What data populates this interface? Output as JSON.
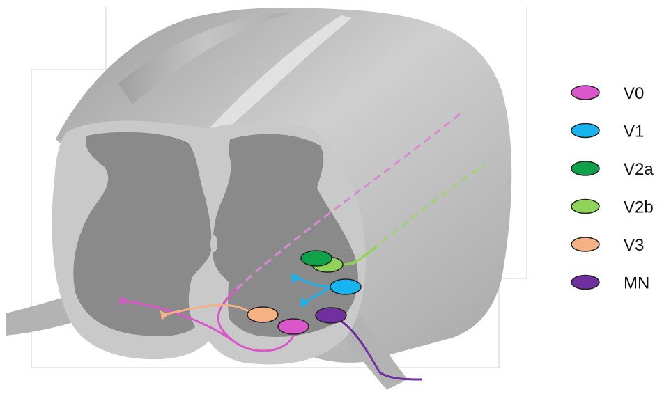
{
  "legend": {
    "items": [
      {
        "label": "V0",
        "color": "#d957c9",
        "icon": "neuron-ellipse-icon"
      },
      {
        "label": "V1",
        "color": "#18b4f0",
        "icon": "neuron-ellipse-icon"
      },
      {
        "label": "V2a",
        "color": "#10a24a",
        "icon": "neuron-ellipse-icon"
      },
      {
        "label": "V2b",
        "color": "#8fd35a",
        "icon": "neuron-ellipse-icon"
      },
      {
        "label": "V3",
        "color": "#f4b183",
        "icon": "neuron-ellipse-icon"
      },
      {
        "label": "MN",
        "color": "#7030a0",
        "icon": "neuron-ellipse-icon"
      }
    ]
  },
  "colors": {
    "white_matter": "#c9c9c9",
    "gray_matter": "#8a8a8a",
    "cord_side": "#b8b8b8",
    "root": "#b3b3b3",
    "outline": "#222222"
  }
}
